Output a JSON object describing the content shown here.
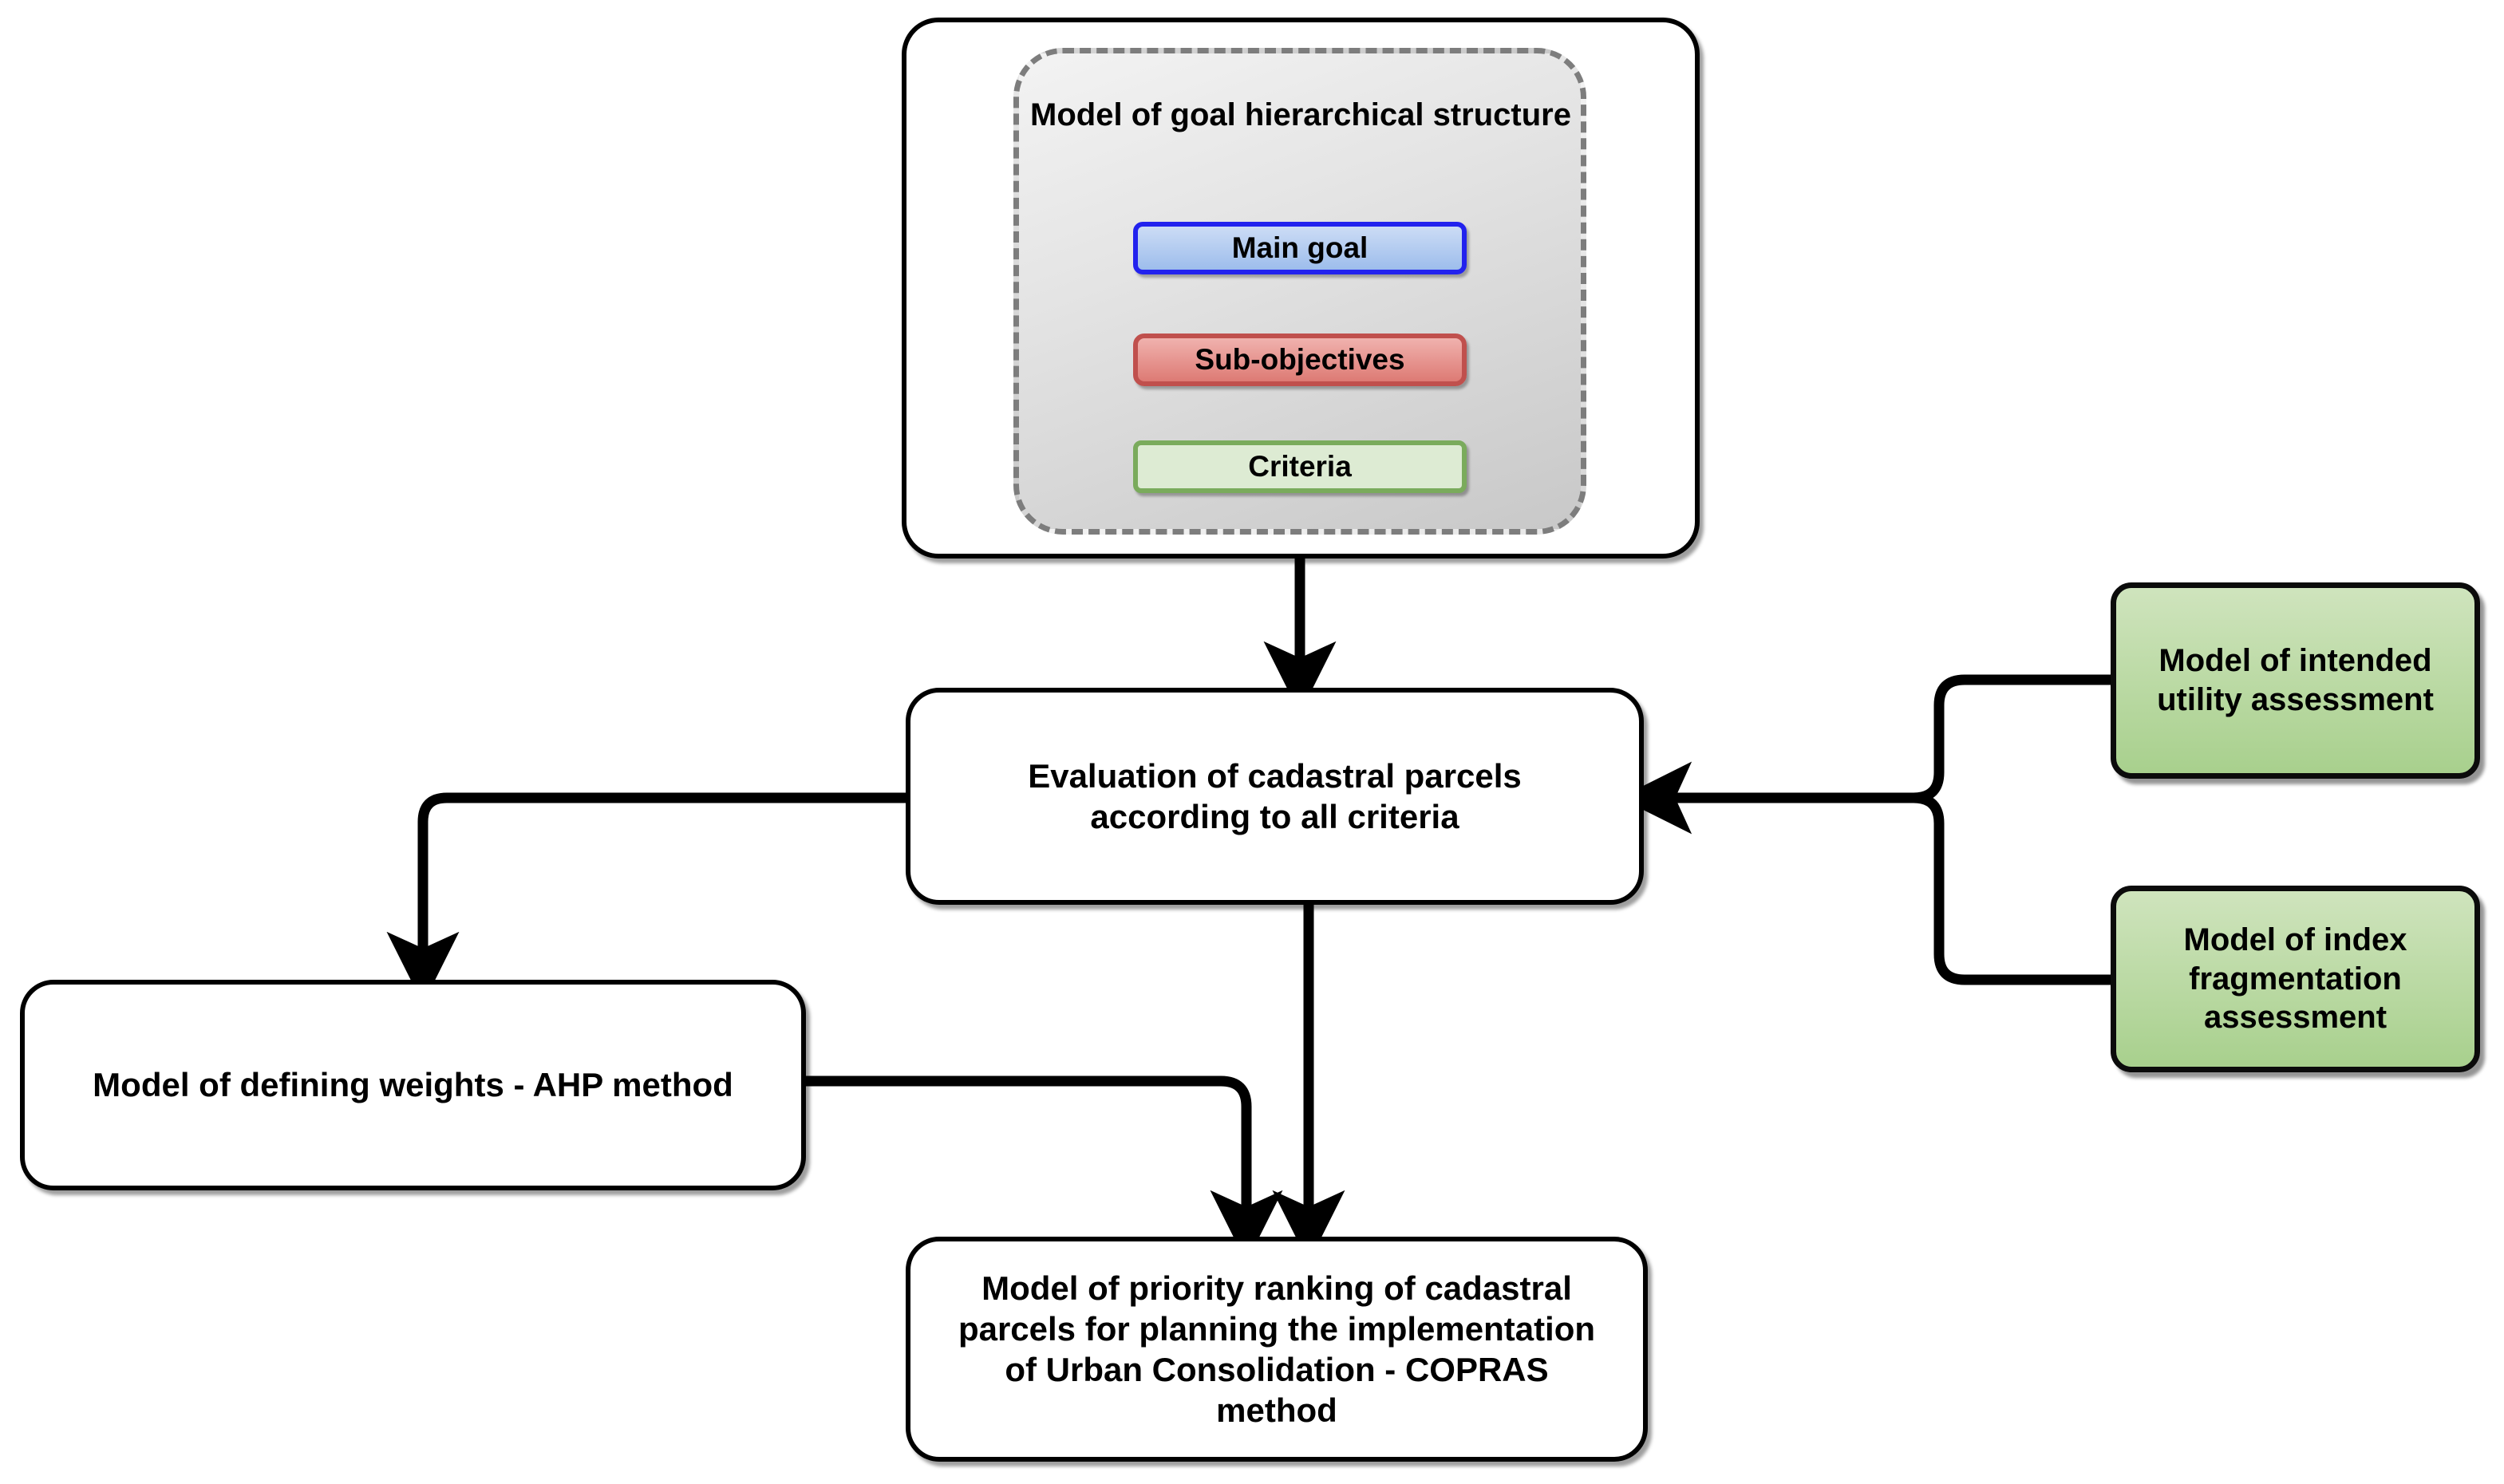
{
  "diagram": {
    "title": "Model of goal hierarchical structure",
    "group": {
      "label": "Model of goal hierarchical structure",
      "nodes": [
        {
          "id": "main-goal",
          "label": "Main goal",
          "fill": "#9dbdec",
          "border": "#2222ee"
        },
        {
          "id": "sub-objectives",
          "label": "Sub-objectives",
          "fill": "#dd7a74",
          "border": "#c0504d"
        },
        {
          "id": "criteria",
          "label": "Criteria",
          "fill": "#ddebd3",
          "border": "#7aab5c"
        }
      ]
    },
    "nodes": [
      {
        "id": "evaluation",
        "label": "Evaluation of cadastral parcels according to all criteria",
        "fill": "#ffffff",
        "border": "#000000"
      },
      {
        "id": "ahp",
        "label": "Model of defining weights - AHP method",
        "fill": "#ffffff",
        "border": "#000000"
      },
      {
        "id": "copras",
        "label": "Model of priority ranking of cadastral parcels for planning the implementation of Urban Consolidation - COPRAS method",
        "fill": "#ffffff",
        "border": "#000000"
      },
      {
        "id": "utility",
        "label": "Model of intended utility assessment",
        "fill": "#a8d08d",
        "border": "#000000"
      },
      {
        "id": "fragmentation",
        "label": "Model of index fragmentation assessment",
        "fill": "#a8d08d",
        "border": "#000000"
      }
    ],
    "edges": [
      {
        "from": "main-goal",
        "to": "sub-objectives",
        "arrow": true
      },
      {
        "from": "sub-objectives",
        "to": "criteria",
        "arrow": true
      },
      {
        "from": "group",
        "to": "evaluation",
        "arrow": true
      },
      {
        "from": "evaluation",
        "to": "ahp",
        "arrow": true
      },
      {
        "from": "evaluation",
        "to": "copras",
        "arrow": true
      },
      {
        "from": "ahp",
        "to": "copras",
        "arrow": true
      },
      {
        "from": "utility",
        "to": "evaluation",
        "arrow": true
      },
      {
        "from": "fragmentation",
        "to": "evaluation",
        "arrow": true
      }
    ],
    "colors": {
      "stroke": "#000000",
      "dashed_group_border": "#7d7d7d",
      "green_fill_top": "#cfe4bd",
      "green_fill_bottom": "#a8d08d",
      "background": "#ffffff"
    }
  }
}
